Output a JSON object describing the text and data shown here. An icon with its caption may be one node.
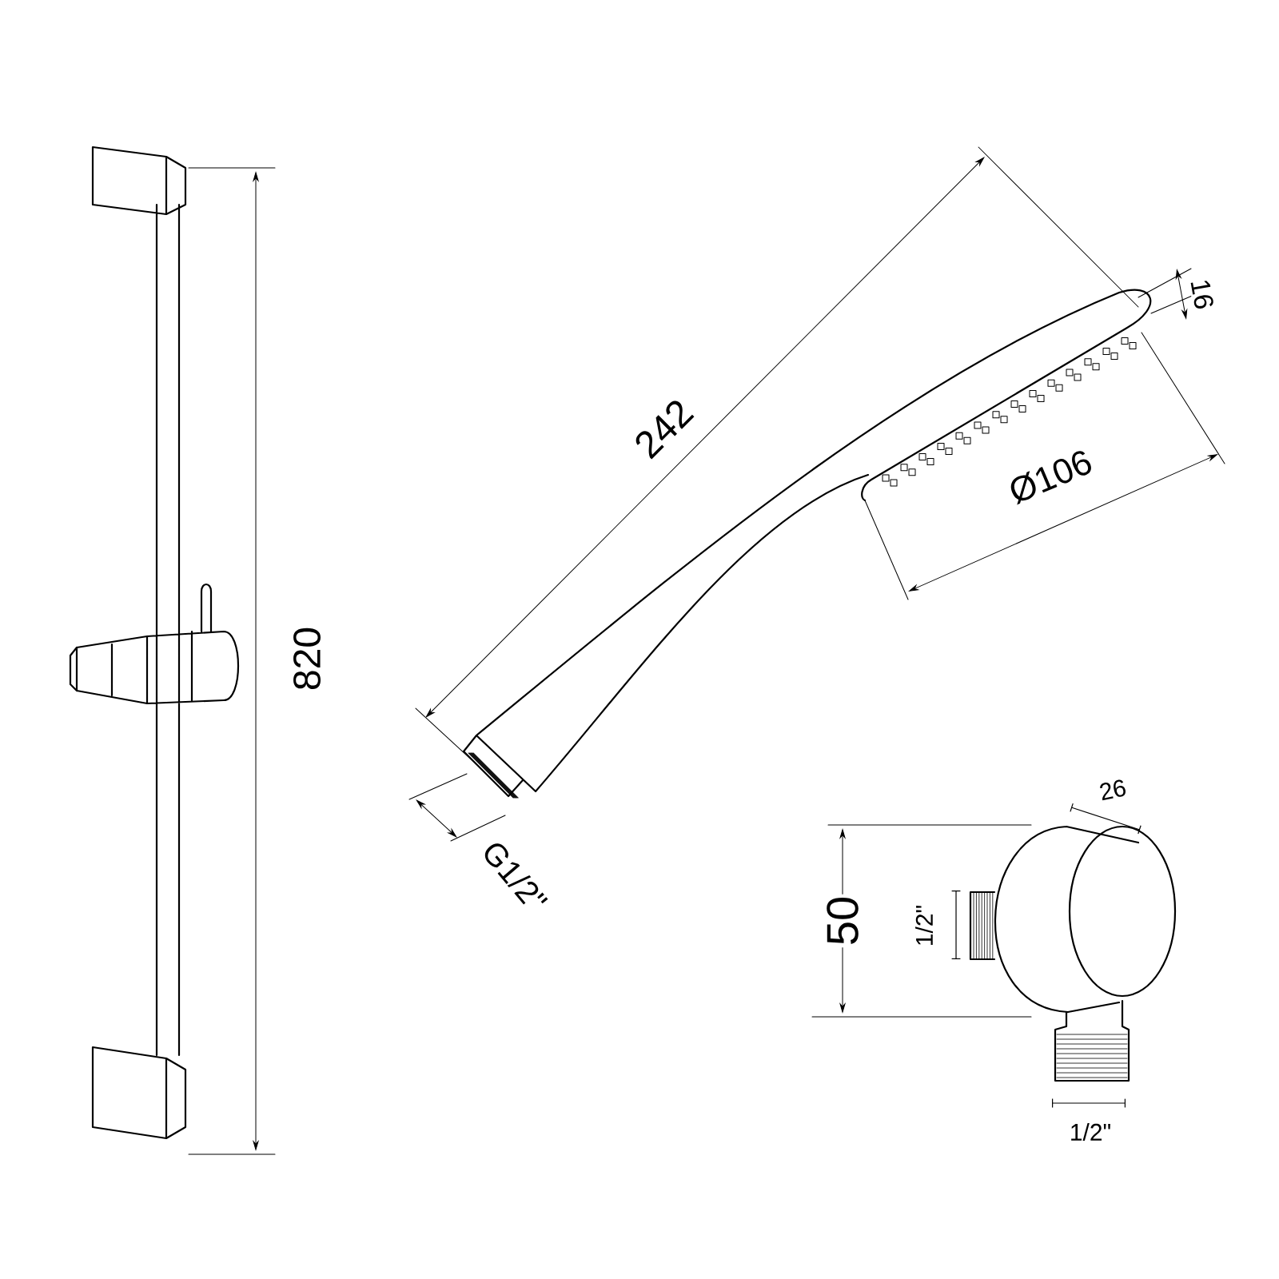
{
  "diagram": {
    "labels": [
      "16",
      "242",
      "Ø106",
      "820",
      "G1/2\"",
      "26",
      "50",
      "1/2\"",
      "1/2\""
    ]
  }
}
